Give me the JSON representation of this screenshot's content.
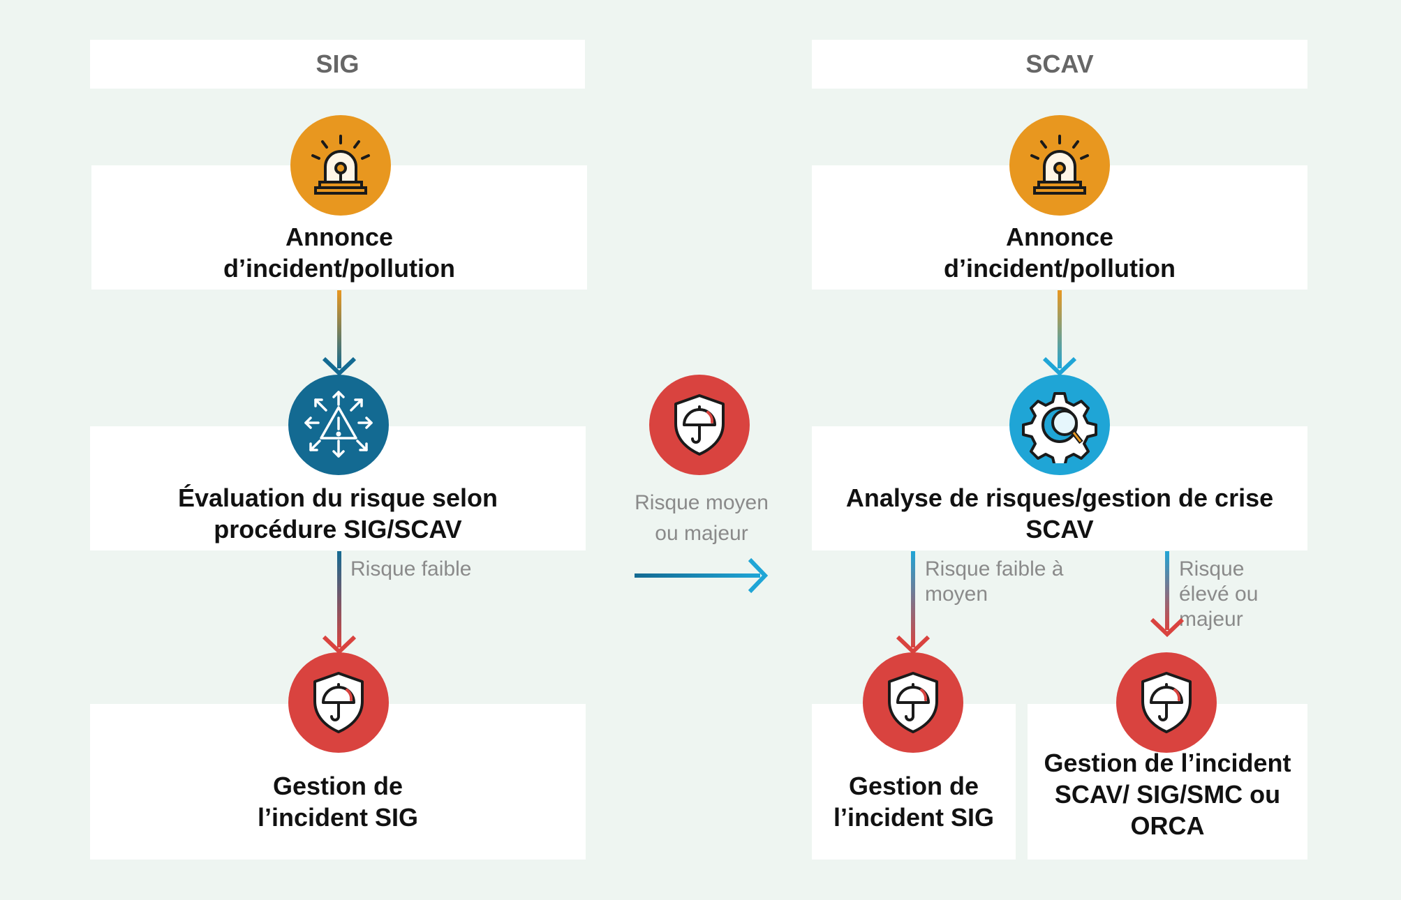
{
  "columns": {
    "left_header": "SIG",
    "right_header": "SCAV"
  },
  "left": {
    "step1": "Annonce d’incident/pollution",
    "step2": "Évaluation du risque selon procédure SIG/SCAV",
    "edge_label": "Risque faible",
    "step3": "Gestion de l’incident SIG"
  },
  "middle": {
    "edge_label": "Risque moyen ou majeur"
  },
  "right": {
    "step1": "Annonce d’incident/pollution",
    "step2": "Analyse de risques/gestion de crise SCAV",
    "edge_label_a": "Risque faible à moyen",
    "edge_label_b": "Risque élevé ou majeur",
    "step3a": "Gestion de l’incident SIG",
    "step3b": "Gestion de l’incident SCAV/ SIG/SMC ou ORCA"
  },
  "icons": {
    "alarm": "alarm-siren-icon",
    "risk_evaluation": "warning-arrows-icon",
    "risk_analysis": "gear-magnifier-icon",
    "protection": "shield-umbrella-icon"
  },
  "colors": {
    "orange": "#e8971f",
    "dark_blue": "#136a92",
    "light_blue": "#1fa5d6",
    "red": "#d9433f",
    "background": "#eef5f1"
  }
}
